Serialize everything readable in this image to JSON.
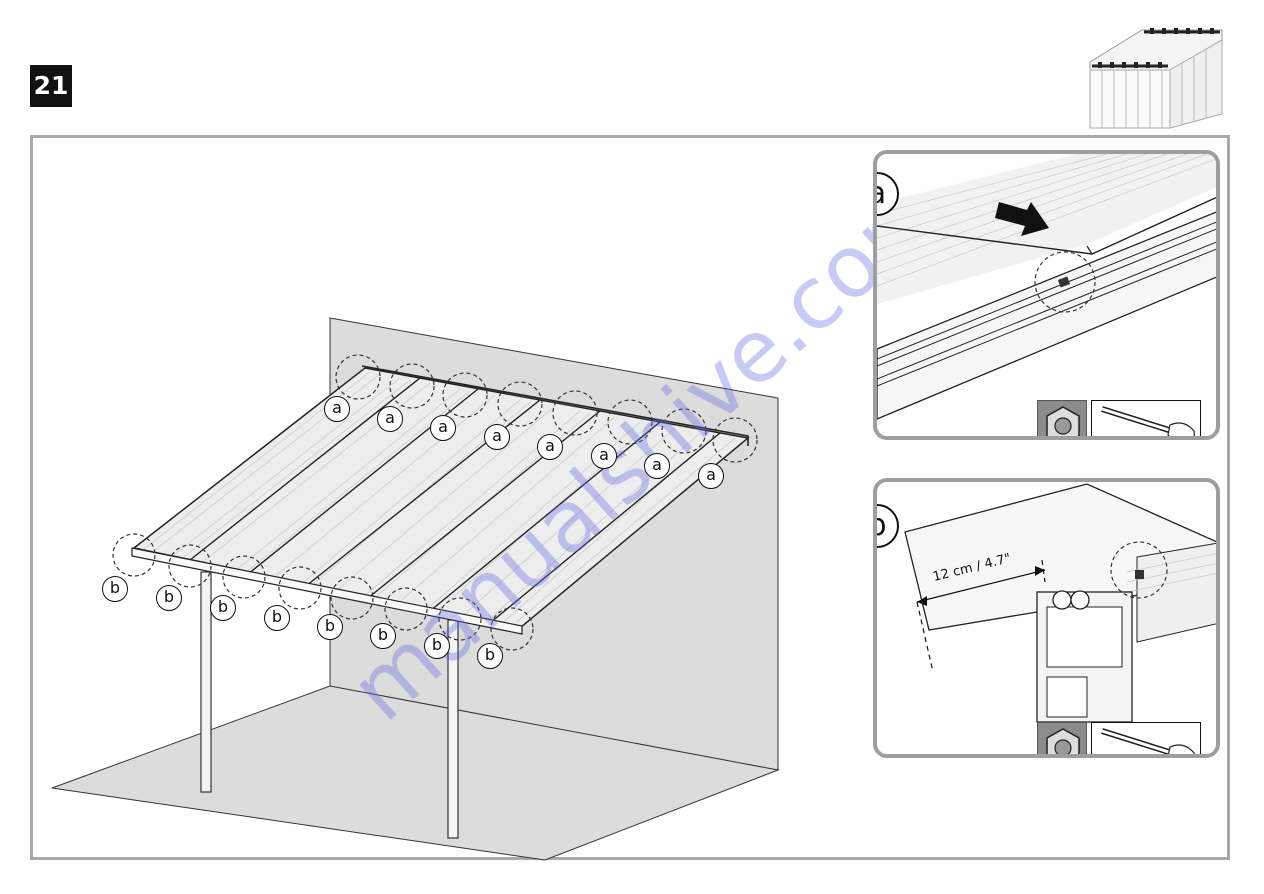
{
  "step": {
    "number": "21"
  },
  "callout_letters": {
    "a": "a",
    "b": "b"
  },
  "detail_a": {
    "letter": "a"
  },
  "detail_b": {
    "letter": "b",
    "measurement": "12 cm / 4.7\""
  },
  "watermark": "manualshive.com",
  "icons": {
    "thumbnail": "pergola-thumbnail-icon",
    "arrow": "push-arrow-icon",
    "nut": "hex-nut-icon",
    "tool": "rubber-mallet-tool-icon"
  }
}
